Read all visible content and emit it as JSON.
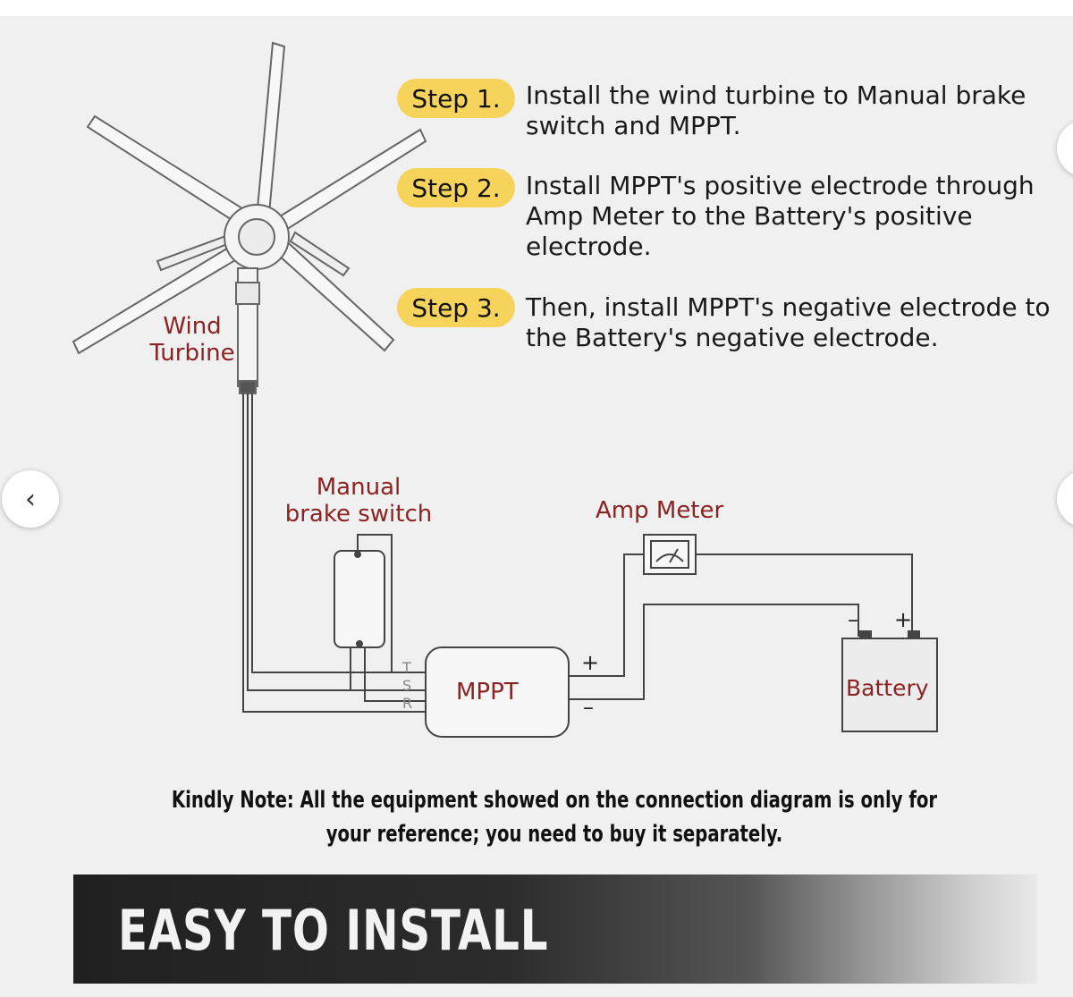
{
  "steps": [
    {
      "badge": "Step 1.",
      "text": "Install the wind turbine to Manual brake switch and MPPT."
    },
    {
      "badge": "Step 2.",
      "text": "Install MPPT's positive electrode through Amp Meter to the Battery's positive electrode."
    },
    {
      "badge": "Step 3.",
      "text": "Then, install MPPT's negative electrode to the Battery's negative electrode."
    }
  ],
  "labels": {
    "wind_turbine_line1": "Wind",
    "wind_turbine_line2": "Turbine",
    "brake_line1": "Manual",
    "brake_line2": "brake switch",
    "amp_meter": "Amp Meter",
    "mppt": "MPPT",
    "battery": "Battery",
    "terminal_t": "T",
    "terminal_s": "S",
    "terminal_r": "R",
    "plus": "+",
    "minus": "–",
    "battery_minus": "–",
    "battery_plus": "+"
  },
  "note": {
    "line1": "Kindly Note: All the equipment showed on the connection diagram is only for",
    "line2": "your reference; you need to buy it separately."
  },
  "banner": {
    "title": "EASY TO INSTALL"
  },
  "nav": {
    "prev_glyph": "‹"
  },
  "colors": {
    "badge": "#f6d45c",
    "label": "#8b2323",
    "wire": "#444444"
  }
}
